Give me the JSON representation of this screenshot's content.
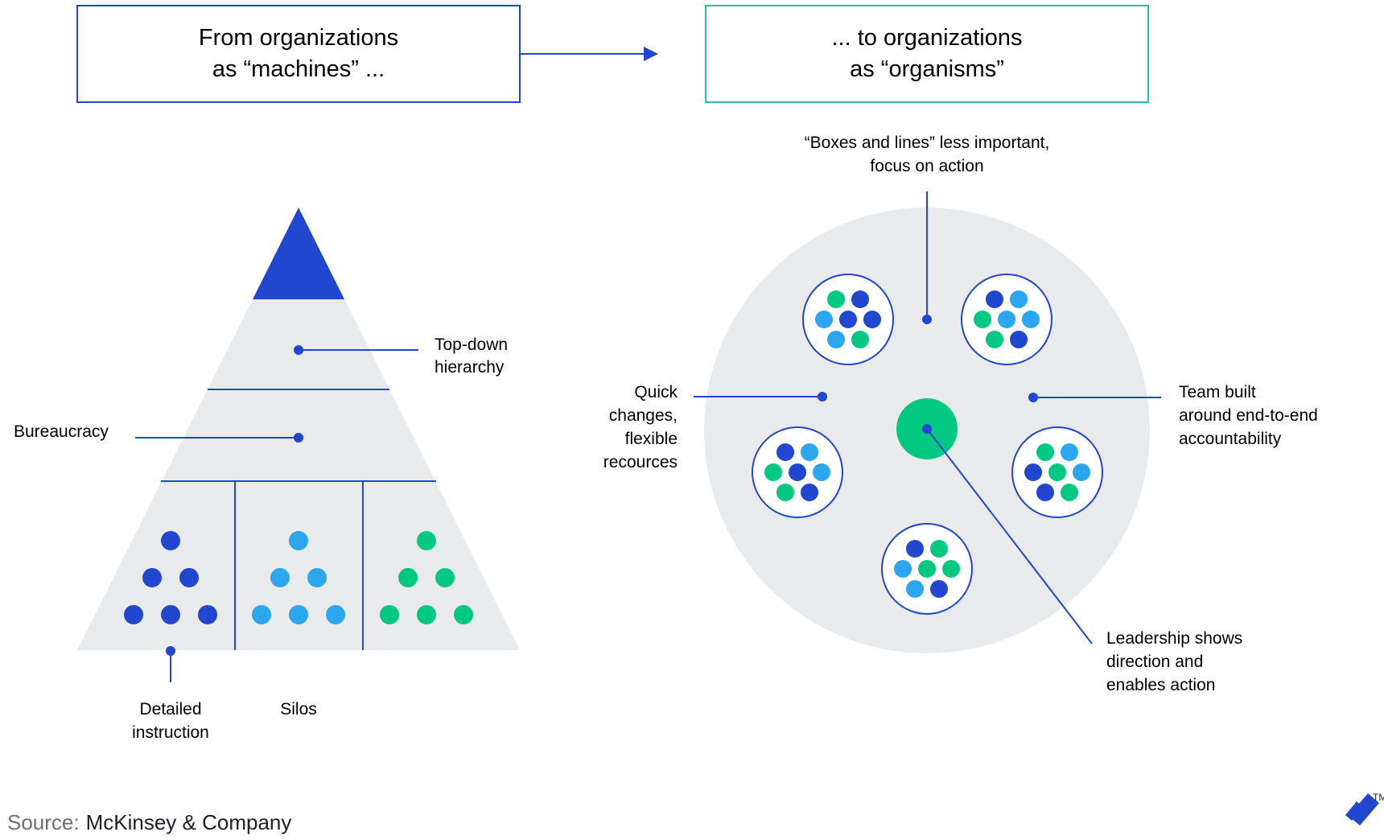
{
  "colors": {
    "blue": "#2146cf",
    "dark_blue_dot": "#2146cf",
    "light_blue_dot": "#2ba6ef",
    "green": "#03c882",
    "teal_border": "#1fc79a",
    "pale_gray": "#e9eaec",
    "text": "#1b1f2a",
    "source_label": "#6d6f78"
  },
  "left_box": {
    "line1": "From organizations",
    "line2": "as “machines” ..."
  },
  "right_box": {
    "line1": "... to organizations",
    "line2": "as “organisms”"
  },
  "pyramid": {
    "labels": {
      "top_down_1": "Top-down",
      "top_down_2": "hierarchy",
      "bureaucracy": "Bureaucracy",
      "detailed_1": "Detailed",
      "detailed_2": "instruction",
      "silos": "Silos"
    },
    "silos": [
      {
        "color": "dark_blue_dot"
      },
      {
        "color": "light_blue_dot"
      },
      {
        "color": "green"
      }
    ]
  },
  "organism": {
    "labels": {
      "boxes_1": "“Boxes and lines” less important,",
      "boxes_2": "focus on action",
      "quick_1": "Quick",
      "quick_2": "changes,",
      "quick_3": "flexible",
      "quick_4": "recources",
      "team_1": "Team built",
      "team_2": "around end-to-end",
      "team_3": "accountability",
      "lead_1": "Leadership shows",
      "lead_2": "direction and",
      "lead_3": "enables action"
    },
    "teams": [
      {
        "dots": [
          "green",
          "dark_blue_dot",
          "light_blue_dot",
          "dark_blue_dot",
          "dark_blue_dot",
          "light_blue_dot",
          "green"
        ]
      },
      {
        "dots": [
          "dark_blue_dot",
          "light_blue_dot",
          "green",
          "light_blue_dot",
          "light_blue_dot",
          "green",
          "dark_blue_dot"
        ]
      },
      {
        "dots": [
          "dark_blue_dot",
          "light_blue_dot",
          "green",
          "dark_blue_dot",
          "light_blue_dot",
          "green",
          "dark_blue_dot"
        ]
      },
      {
        "dots": [
          "green",
          "light_blue_dot",
          "dark_blue_dot",
          "green",
          "light_blue_dot",
          "dark_blue_dot",
          "green"
        ]
      },
      {
        "dots": [
          "dark_blue_dot",
          "green",
          "light_blue_dot",
          "green",
          "green",
          "light_blue_dot",
          "dark_blue_dot"
        ]
      }
    ]
  },
  "source": {
    "prefix": "Source:",
    "name": "McKinsey & Company"
  },
  "logo": {
    "name": "toptal-logo-icon",
    "trademark": "TM"
  }
}
